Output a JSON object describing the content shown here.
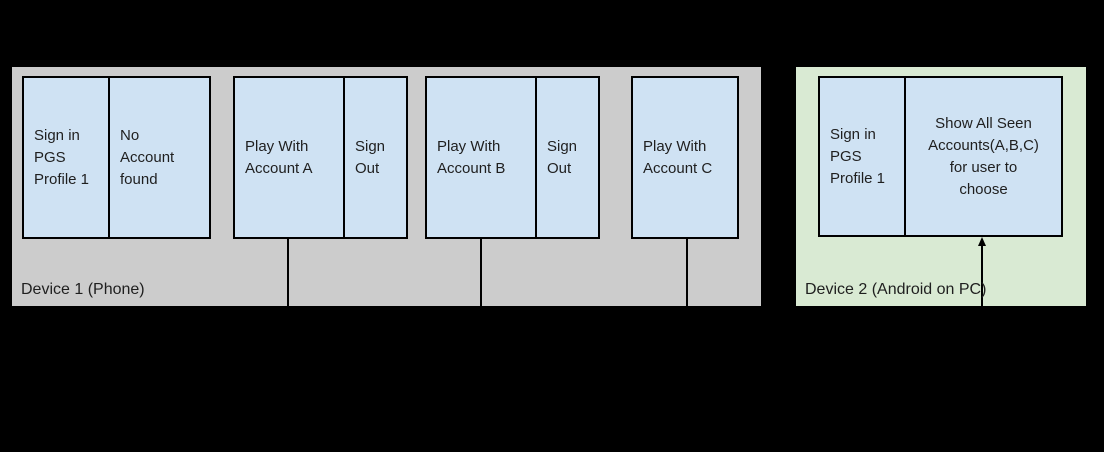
{
  "colors": {
    "background": "#000000",
    "device1_fill": "#cccccc",
    "device2_fill": "#d9ead3",
    "box_fill": "#cfe2f3",
    "line": "#000000",
    "text": "#1f1f1f"
  },
  "devices": {
    "device1": {
      "label": "Device 1 (Phone)",
      "boxes": [
        {
          "cells": [
            "Sign in\nPGS\nProfile 1",
            "No\nAccount\nfound"
          ]
        },
        {
          "cells": [
            "Play With\nAccount A",
            "Sign\nOut"
          ]
        },
        {
          "cells": [
            "Play With\nAccount B",
            "Sign\nOut"
          ]
        },
        {
          "cells": [
            "Play With\nAccount C"
          ]
        }
      ]
    },
    "device2": {
      "label": "Device 2 (Android on PC)",
      "boxes": [
        {
          "cells": [
            "Sign in\nPGS\nProfile 1",
            "Show All Seen\nAccounts(A,B,C)\nfor user to\nchoose"
          ]
        }
      ]
    }
  }
}
